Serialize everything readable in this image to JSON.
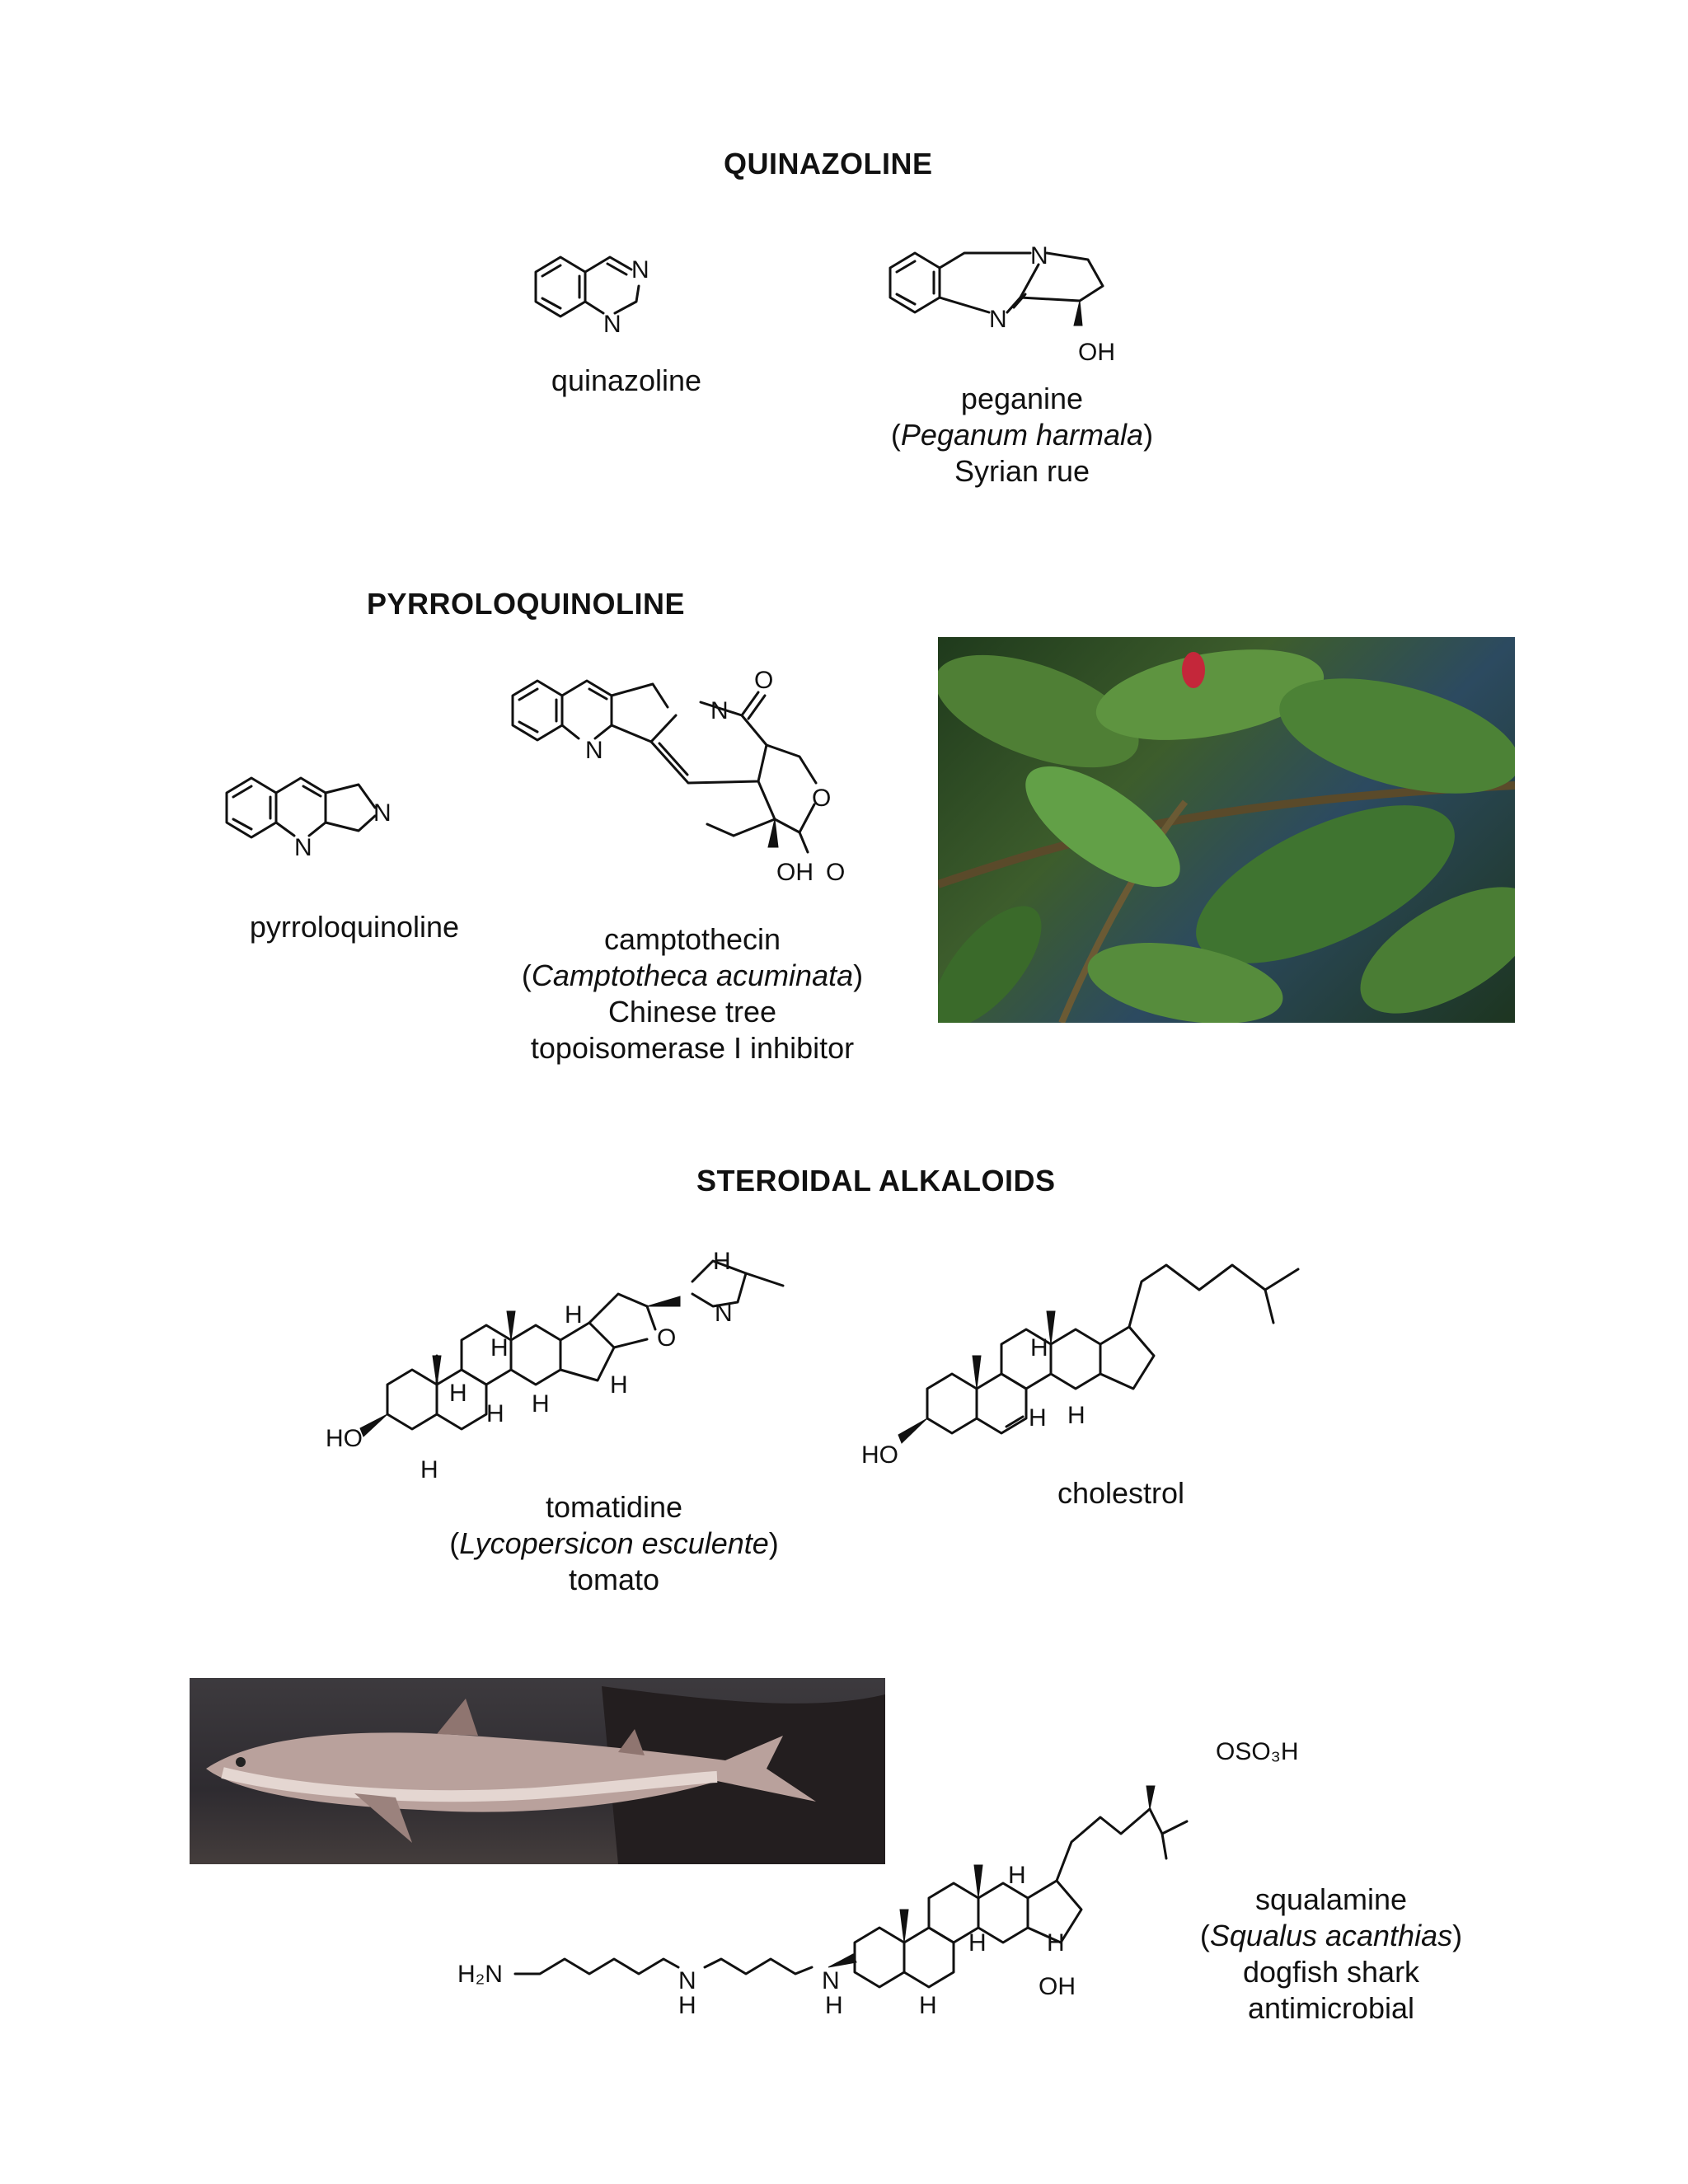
{
  "sections": {
    "quinazoline": "QUINAZOLINE",
    "pyrroloquinoline": "PYRROLOQUINOLINE",
    "steroidal": "STEROIDAL ALKALOIDS"
  },
  "captions": {
    "quinazoline": [
      "quinazoline"
    ],
    "peganine": [
      "peganine",
      "(",
      "Peganum harmala",
      ")",
      "Syrian rue"
    ],
    "pyrroloquinoline": [
      "pyrroloquinoline"
    ],
    "camptothecin": [
      "camptothecin",
      "(",
      "Camptotheca acuminata",
      ")",
      "Chinese tree",
      "topoisomerase I inhibitor"
    ],
    "tomatidine": [
      "tomatidine",
      "(",
      "Lycopersicon esculente",
      ")",
      "tomato"
    ],
    "cholestrol": [
      "cholestrol"
    ],
    "squalamine": [
      "squalamine",
      "(",
      "Squalus acanthias",
      ")",
      "dogfish shark",
      "antimicrobial"
    ]
  },
  "atoms": {
    "N": "N",
    "O": "O",
    "OH": "OH",
    "HO": "HO",
    "H": "H",
    "H2N": "H₂N",
    "OSO3H": "OSO₃H"
  },
  "images": {
    "leaves": "leaves-photo",
    "shark": "shark-photo"
  }
}
